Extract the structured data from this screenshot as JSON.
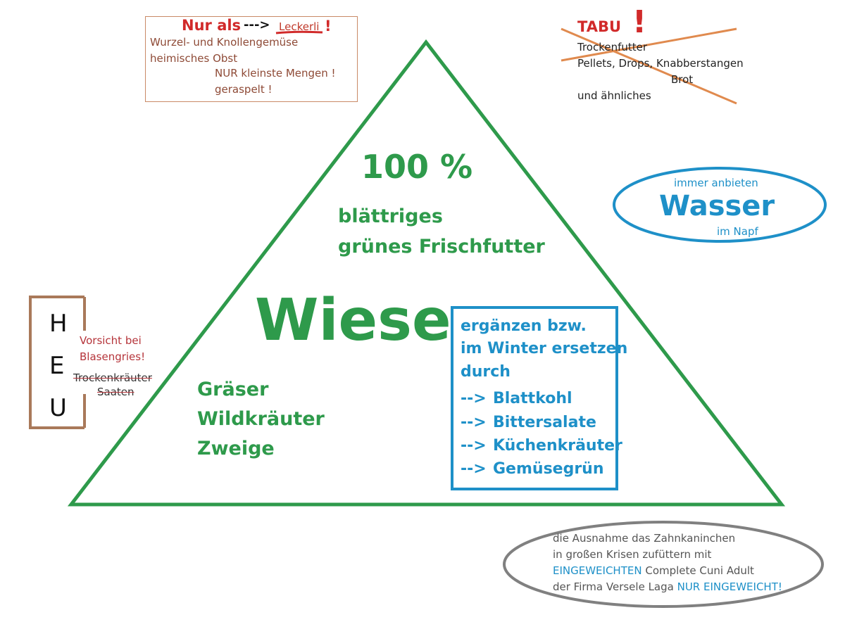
{
  "leckerli_box": {
    "nur_als": "Nur als",
    "arrow": "--->",
    "leckerli": "Leckerli",
    "excl": "!",
    "line1": "Wurzel- und Knollengemüse",
    "line2": "heimisches Obst",
    "line3": "NUR kleinste Mengen !",
    "line4": "geraspelt !"
  },
  "tabu": {
    "title": "TABU",
    "excl": "!",
    "items": [
      "Trockenfutter",
      "Pellets, Drops, Knabberstangen",
      "Brot",
      "und ähnliches"
    ]
  },
  "wasser": {
    "top": "immer anbieten",
    "main": "Wasser",
    "bottom": "im Napf"
  },
  "pyramid": {
    "percent": "100 %",
    "line1": "blättriges",
    "line2": "grünes Frischfutter",
    "wiese": "Wiese",
    "items": [
      "Gräser",
      "Wildkräuter",
      "Zweige"
    ]
  },
  "supplement": {
    "line1": "ergänzen bzw.",
    "line2": "im Winter ersetzen",
    "line3": "durch",
    "arrow": "-->",
    "items": [
      "Blattkohl",
      "Bittersalate",
      "Küchenkräuter",
      "Gemüsegrün"
    ]
  },
  "heu": {
    "letters": [
      "H",
      "E",
      "U"
    ],
    "warning1": "Vorsicht bei",
    "warning2": "Blasengries!",
    "struck1": "Trockenkräuter",
    "struck2": "Saaten"
  },
  "note": {
    "line1": "die Ausnahme das Zahnkaninchen",
    "line2": "in großen Krisen zufüttern mit",
    "line3_highlight": "EINGEWEICHTEN",
    "line3_rest": " Complete Cuni Adult",
    "line4_rest": "der Firma Versele Laga ",
    "line4_highlight": "NUR EINGEWEICHT!"
  },
  "colors": {
    "green": "#2e9a4b",
    "blue": "#1e90c8",
    "red": "#d12a2a",
    "orange": "#e08a4e",
    "brown": "#a9795a",
    "gray": "#808080"
  }
}
